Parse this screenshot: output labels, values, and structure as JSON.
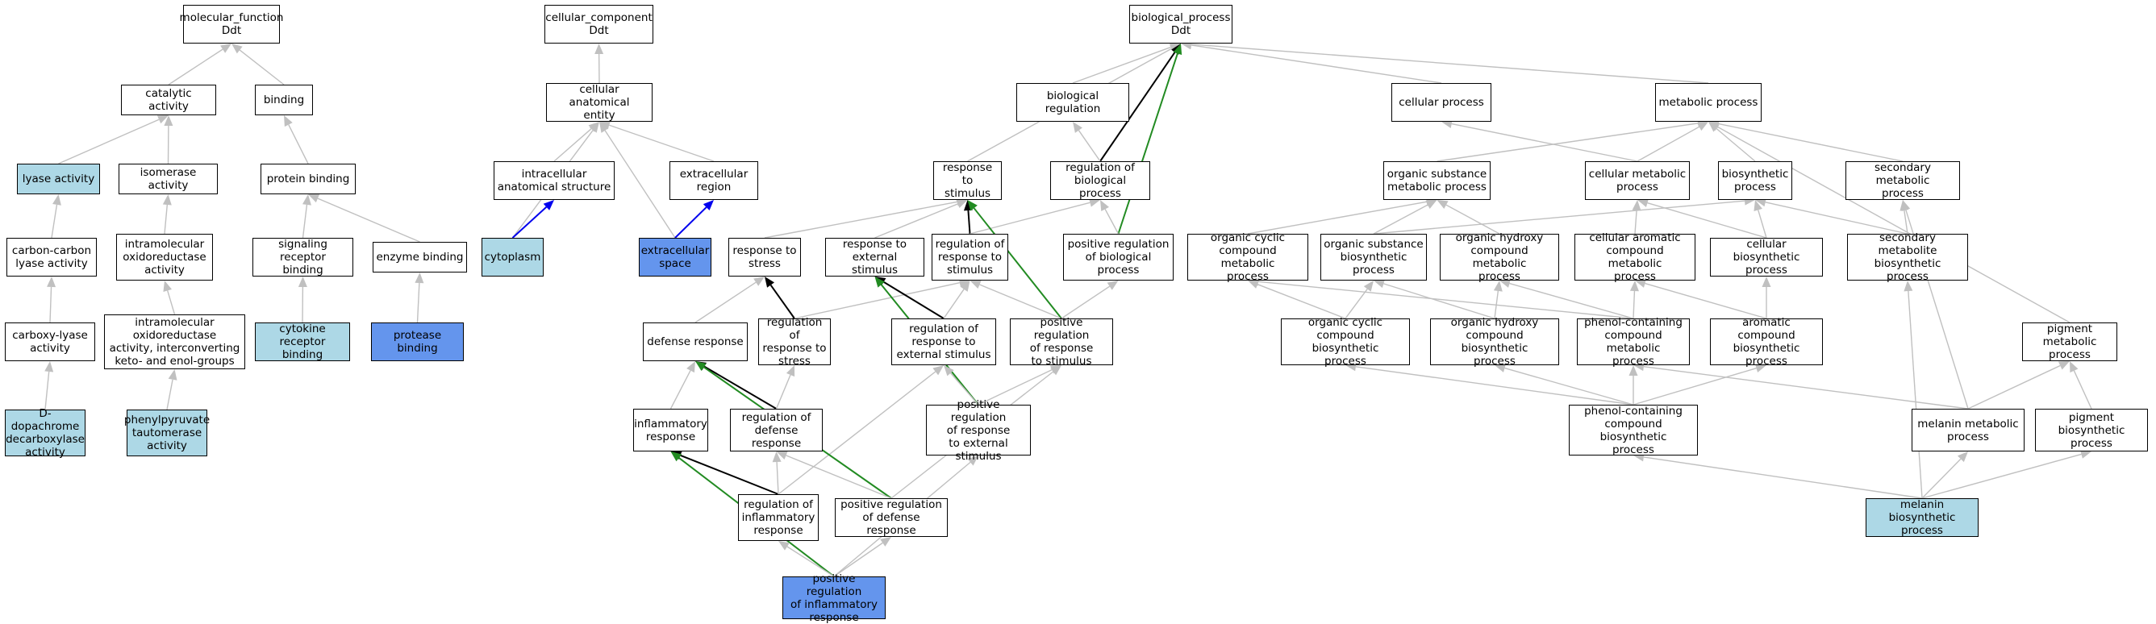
{
  "colors": {
    "edge_gray": "#c0c0c0",
    "edge_black": "#000000",
    "edge_green": "#228b22",
    "edge_blue": "#0000ee",
    "fill_white": "#ffffff",
    "fill_lightblue": "#add8e6",
    "fill_cornflower": "#6495ed"
  },
  "nodes": [
    {
      "id": "mf",
      "label": "molecular_function\nDdt",
      "fill": "white"
    },
    {
      "id": "catalytic",
      "label": "catalytic activity",
      "fill": "white"
    },
    {
      "id": "binding",
      "label": "binding",
      "fill": "white"
    },
    {
      "id": "lyase",
      "label": "lyase activity",
      "fill": "lightblue"
    },
    {
      "id": "isomerase",
      "label": "isomerase activity",
      "fill": "white"
    },
    {
      "id": "protbind",
      "label": "protein binding",
      "fill": "white"
    },
    {
      "id": "ccl",
      "label": "carbon-carbon\nlyase activity",
      "fill": "white"
    },
    {
      "id": "intramol",
      "label": "intramolecular\noxidoreductase\nactivity",
      "fill": "white"
    },
    {
      "id": "sigrec",
      "label": "signaling receptor\nbinding",
      "fill": "white"
    },
    {
      "id": "enzbind",
      "label": "enzyme binding",
      "fill": "white"
    },
    {
      "id": "carboxy",
      "label": "carboxy-lyase\nactivity",
      "fill": "white"
    },
    {
      "id": "intraketo",
      "label": "intramolecular\noxidoreductase\nactivity, interconverting\nketo- and enol-groups",
      "fill": "white"
    },
    {
      "id": "cytorec",
      "label": "cytokine receptor\nbinding",
      "fill": "lightblue"
    },
    {
      "id": "protease",
      "label": "protease binding",
      "fill": "cornflower"
    },
    {
      "id": "ddopa",
      "label": "D-dopachrome\ndecarboxylase\nactivity",
      "fill": "lightblue"
    },
    {
      "id": "phenylpyr",
      "label": "phenylpyruvate\ntautomerase\nactivity",
      "fill": "lightblue"
    },
    {
      "id": "cc",
      "label": "cellular_component\nDdt",
      "fill": "white"
    },
    {
      "id": "cae",
      "label": "cellular anatomical\nentity",
      "fill": "white"
    },
    {
      "id": "ias",
      "label": "intracellular\nanatomical structure",
      "fill": "white"
    },
    {
      "id": "exreg",
      "label": "extracellular\nregion",
      "fill": "white"
    },
    {
      "id": "cytoplasm",
      "label": "cytoplasm",
      "fill": "lightblue"
    },
    {
      "id": "exspace",
      "label": "extracellular\nspace",
      "fill": "cornflower"
    },
    {
      "id": "bp",
      "label": "biological_process\nDdt",
      "fill": "white"
    },
    {
      "id": "bioreg",
      "label": "biological regulation",
      "fill": "white"
    },
    {
      "id": "cellproc",
      "label": "cellular process",
      "fill": "white"
    },
    {
      "id": "metab",
      "label": "metabolic process",
      "fill": "white"
    },
    {
      "id": "respstim",
      "label": "response to\nstimulus",
      "fill": "white"
    },
    {
      "id": "regbio",
      "label": "regulation of\nbiological process",
      "fill": "white"
    },
    {
      "id": "orgsub",
      "label": "organic substance\nmetabolic process",
      "fill": "white"
    },
    {
      "id": "cellmet",
      "label": "cellular metabolic\nprocess",
      "fill": "white"
    },
    {
      "id": "biosyn",
      "label": "biosynthetic\nprocess",
      "fill": "white"
    },
    {
      "id": "secmet",
      "label": "secondary metabolic\nprocess",
      "fill": "white"
    },
    {
      "id": "respstress",
      "label": "response to\nstress",
      "fill": "white"
    },
    {
      "id": "respext",
      "label": "response to\nexternal stimulus",
      "fill": "white"
    },
    {
      "id": "regresp",
      "label": "regulation of\nresponse to\nstimulus",
      "fill": "white"
    },
    {
      "id": "posregbio",
      "label": "positive regulation\nof biological\nprocess",
      "fill": "white"
    },
    {
      "id": "orgcyc",
      "label": "organic cyclic\ncompound metabolic\nprocess",
      "fill": "white"
    },
    {
      "id": "orgsubbio",
      "label": "organic substance\nbiosynthetic\nprocess",
      "fill": "white"
    },
    {
      "id": "orghyd",
      "label": "organic hydroxy\ncompound metabolic\nprocess",
      "fill": "white"
    },
    {
      "id": "cellarom",
      "label": "cellular aromatic\ncompound metabolic\nprocess",
      "fill": "white"
    },
    {
      "id": "cellbio",
      "label": "cellular biosynthetic\nprocess",
      "fill": "white"
    },
    {
      "id": "secmetbio",
      "label": "secondary metabolite\nbiosynthetic\nprocess",
      "fill": "white"
    },
    {
      "id": "defresp",
      "label": "defense response",
      "fill": "white"
    },
    {
      "id": "regrespstress",
      "label": "regulation of\nresponse to\nstress",
      "fill": "white"
    },
    {
      "id": "regrespext",
      "label": "regulation of\nresponse to\nexternal stimulus",
      "fill": "white"
    },
    {
      "id": "posregresp",
      "label": "positive regulation\nof response\nto stimulus",
      "fill": "white"
    },
    {
      "id": "orgcycbio",
      "label": "organic cyclic\ncompound biosynthetic\nprocess",
      "fill": "white"
    },
    {
      "id": "orghydbio",
      "label": "organic hydroxy\ncompound biosynthetic\nprocess",
      "fill": "white"
    },
    {
      "id": "phenolmet",
      "label": "phenol-containing\ncompound metabolic\nprocess",
      "fill": "white"
    },
    {
      "id": "aromaticbio",
      "label": "aromatic compound\nbiosynthetic\nprocess",
      "fill": "white"
    },
    {
      "id": "pigmet",
      "label": "pigment metabolic\nprocess",
      "fill": "white"
    },
    {
      "id": "inflam",
      "label": "inflammatory\nresponse",
      "fill": "white"
    },
    {
      "id": "regdef",
      "label": "regulation of\ndefense response",
      "fill": "white"
    },
    {
      "id": "posregext",
      "label": "positive regulation\nof response\nto external\nstimulus",
      "fill": "white"
    },
    {
      "id": "phenolbio",
      "label": "phenol-containing\ncompound biosynthetic\nprocess",
      "fill": "white"
    },
    {
      "id": "melmet",
      "label": "melanin metabolic\nprocess",
      "fill": "white"
    },
    {
      "id": "pigbio",
      "label": "pigment biosynthetic\nprocess",
      "fill": "white"
    },
    {
      "id": "reginflam",
      "label": "regulation of\ninflammatory\nresponse",
      "fill": "white"
    },
    {
      "id": "posregdef",
      "label": "positive regulation\nof defense response",
      "fill": "white"
    },
    {
      "id": "melbio",
      "label": "melanin biosynthetic\nprocess",
      "fill": "lightblue"
    },
    {
      "id": "posreginflam",
      "label": "positive regulation\nof inflammatory\nresponse",
      "fill": "cornflower"
    }
  ],
  "edges": [
    {
      "from": "catalytic",
      "to": "mf",
      "color": "gray"
    },
    {
      "from": "binding",
      "to": "mf",
      "color": "gray"
    },
    {
      "from": "lyase",
      "to": "catalytic",
      "color": "gray"
    },
    {
      "from": "isomerase",
      "to": "catalytic",
      "color": "gray"
    },
    {
      "from": "protbind",
      "to": "binding",
      "color": "gray"
    },
    {
      "from": "ccl",
      "to": "lyase",
      "color": "gray"
    },
    {
      "from": "intramol",
      "to": "isomerase",
      "color": "gray"
    },
    {
      "from": "sigrec",
      "to": "protbind",
      "color": "gray"
    },
    {
      "from": "enzbind",
      "to": "protbind",
      "color": "gray"
    },
    {
      "from": "carboxy",
      "to": "ccl",
      "color": "gray"
    },
    {
      "from": "intraketo",
      "to": "intramol",
      "color": "gray"
    },
    {
      "from": "cytorec",
      "to": "sigrec",
      "color": "gray"
    },
    {
      "from": "protease",
      "to": "enzbind",
      "color": "gray"
    },
    {
      "from": "ddopa",
      "to": "carboxy",
      "color": "gray"
    },
    {
      "from": "phenylpyr",
      "to": "intraketo",
      "color": "gray"
    },
    {
      "from": "cae",
      "to": "cc",
      "color": "gray"
    },
    {
      "from": "ias",
      "to": "cae",
      "color": "gray"
    },
    {
      "from": "exreg",
      "to": "cae",
      "color": "gray"
    },
    {
      "from": "cytoplasm",
      "to": "cae",
      "color": "gray"
    },
    {
      "from": "exspace",
      "to": "cae",
      "color": "gray"
    },
    {
      "from": "cytoplasm",
      "to": "ias",
      "color": "blue"
    },
    {
      "from": "exspace",
      "to": "exreg",
      "color": "blue"
    },
    {
      "from": "bioreg",
      "to": "bp",
      "color": "gray"
    },
    {
      "from": "cellproc",
      "to": "bp",
      "color": "gray"
    },
    {
      "from": "metab",
      "to": "bp",
      "color": "gray"
    },
    {
      "from": "respstim",
      "to": "bp",
      "color": "gray"
    },
    {
      "from": "regbio",
      "to": "bp",
      "color": "black"
    },
    {
      "from": "posregbio",
      "to": "bp",
      "color": "green"
    },
    {
      "from": "regbio",
      "to": "bioreg",
      "color": "gray"
    },
    {
      "from": "posregbio",
      "to": "regbio",
      "color": "gray"
    },
    {
      "from": "orgsub",
      "to": "metab",
      "color": "gray"
    },
    {
      "from": "cellmet",
      "to": "metab",
      "color": "gray"
    },
    {
      "from": "cellmet",
      "to": "cellproc",
      "color": "gray"
    },
    {
      "from": "biosyn",
      "to": "metab",
      "color": "gray"
    },
    {
      "from": "secmet",
      "to": "metab",
      "color": "gray"
    },
    {
      "from": "pigmet",
      "to": "metab",
      "color": "gray"
    },
    {
      "from": "respstress",
      "to": "respstim",
      "color": "gray"
    },
    {
      "from": "respext",
      "to": "respstim",
      "color": "gray"
    },
    {
      "from": "regresp",
      "to": "respstim",
      "color": "black"
    },
    {
      "from": "regresp",
      "to": "regbio",
      "color": "gray"
    },
    {
      "from": "posregresp",
      "to": "respstim",
      "color": "green"
    },
    {
      "from": "posregresp",
      "to": "regresp",
      "color": "gray"
    },
    {
      "from": "posregresp",
      "to": "posregbio",
      "color": "gray"
    },
    {
      "from": "defresp",
      "to": "respstress",
      "color": "gray"
    },
    {
      "from": "regrespstress",
      "to": "respstress",
      "color": "black"
    },
    {
      "from": "regrespstress",
      "to": "regresp",
      "color": "gray"
    },
    {
      "from": "regrespext",
      "to": "respext",
      "color": "black"
    },
    {
      "from": "regrespext",
      "to": "regresp",
      "color": "gray"
    },
    {
      "from": "posregext",
      "to": "respext",
      "color": "green"
    },
    {
      "from": "posregext",
      "to": "regrespext",
      "color": "gray"
    },
    {
      "from": "posregext",
      "to": "posregresp",
      "color": "gray"
    },
    {
      "from": "inflam",
      "to": "defresp",
      "color": "gray"
    },
    {
      "from": "regdef",
      "to": "defresp",
      "color": "black"
    },
    {
      "from": "regdef",
      "to": "regrespstress",
      "color": "gray"
    },
    {
      "from": "reginflam",
      "to": "inflam",
      "color": "black"
    },
    {
      "from": "reginflam",
      "to": "regdef",
      "color": "gray"
    },
    {
      "from": "reginflam",
      "to": "regrespext",
      "color": "gray"
    },
    {
      "from": "posregdef",
      "to": "defresp",
      "color": "green"
    },
    {
      "from": "posregdef",
      "to": "regdef",
      "color": "gray"
    },
    {
      "from": "posregdef",
      "to": "posregresp",
      "color": "gray"
    },
    {
      "from": "posreginflam",
      "to": "inflam",
      "color": "green"
    },
    {
      "from": "posreginflam",
      "to": "reginflam",
      "color": "gray"
    },
    {
      "from": "posreginflam",
      "to": "posregdef",
      "color": "gray"
    },
    {
      "from": "posreginflam",
      "to": "posregext",
      "color": "gray"
    },
    {
      "from": "orgcyc",
      "to": "orgsub",
      "color": "gray"
    },
    {
      "from": "orgsubbio",
      "to": "orgsub",
      "color": "gray"
    },
    {
      "from": "orgsubbio",
      "to": "biosyn",
      "color": "gray"
    },
    {
      "from": "orghyd",
      "to": "orgsub",
      "color": "gray"
    },
    {
      "from": "cellarom",
      "to": "cellmet",
      "color": "gray"
    },
    {
      "from": "cellbio",
      "to": "cellmet",
      "color": "gray"
    },
    {
      "from": "cellbio",
      "to": "biosyn",
      "color": "gray"
    },
    {
      "from": "secmetbio",
      "to": "secmet",
      "color": "gray"
    },
    {
      "from": "secmetbio",
      "to": "biosyn",
      "color": "gray"
    },
    {
      "from": "orgcycbio",
      "to": "orgcyc",
      "color": "gray"
    },
    {
      "from": "orgcycbio",
      "to": "orgsubbio",
      "color": "gray"
    },
    {
      "from": "orghydbio",
      "to": "orghyd",
      "color": "gray"
    },
    {
      "from": "orghydbio",
      "to": "orgsubbio",
      "color": "gray"
    },
    {
      "from": "phenolmet",
      "to": "orghyd",
      "color": "gray"
    },
    {
      "from": "phenolmet",
      "to": "cellarom",
      "color": "gray"
    },
    {
      "from": "phenolmet",
      "to": "orgcyc",
      "color": "gray"
    },
    {
      "from": "aromaticbio",
      "to": "cellarom",
      "color": "gray"
    },
    {
      "from": "aromaticbio",
      "to": "cellbio",
      "color": "gray"
    },
    {
      "from": "phenolbio",
      "to": "phenolmet",
      "color": "gray"
    },
    {
      "from": "phenolbio",
      "to": "orgcycbio",
      "color": "gray"
    },
    {
      "from": "phenolbio",
      "to": "orghydbio",
      "color": "gray"
    },
    {
      "from": "phenolbio",
      "to": "aromaticbio",
      "color": "gray"
    },
    {
      "from": "melmet",
      "to": "pigmet",
      "color": "gray"
    },
    {
      "from": "melmet",
      "to": "phenolmet",
      "color": "gray"
    },
    {
      "from": "melmet",
      "to": "secmet",
      "color": "gray"
    },
    {
      "from": "pigbio",
      "to": "pigmet",
      "color": "gray"
    },
    {
      "from": "melbio",
      "to": "melmet",
      "color": "gray"
    },
    {
      "from": "melbio",
      "to": "pigbio",
      "color": "gray"
    },
    {
      "from": "melbio",
      "to": "phenolbio",
      "color": "gray"
    },
    {
      "from": "melbio",
      "to": "secmetbio",
      "color": "gray"
    }
  ]
}
